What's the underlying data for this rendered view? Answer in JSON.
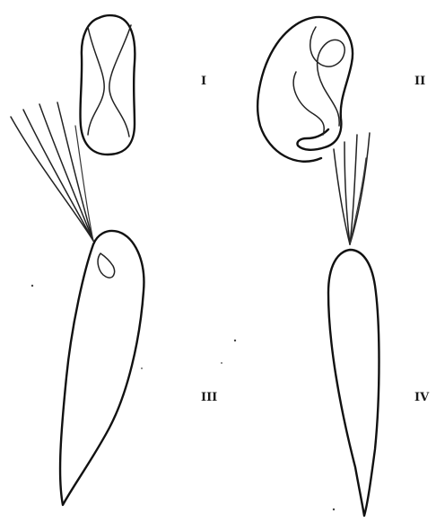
{
  "figure": {
    "panels": [
      {
        "id": "I",
        "label": "I"
      },
      {
        "id": "II",
        "label": "II"
      },
      {
        "id": "III",
        "label": "III"
      },
      {
        "id": "IV",
        "label": "IV"
      }
    ]
  }
}
